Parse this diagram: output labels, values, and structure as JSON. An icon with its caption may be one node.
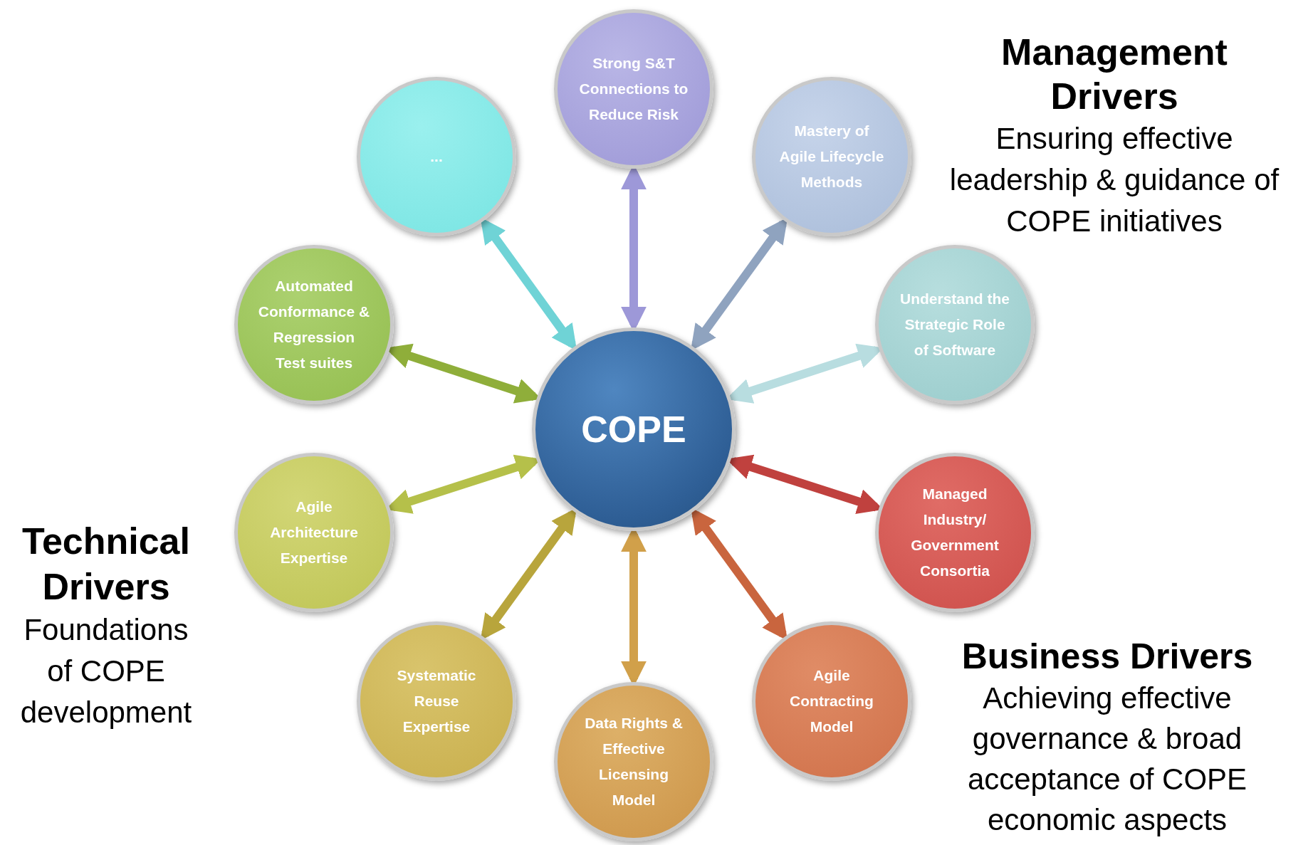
{
  "diagram": {
    "nodes": [
      {
        "text": [
          "COPE"
        ]
      },
      {
        "text": [
          "Strong S&T Connections to Reduce Risk"
        ]
      },
      {
        "text": [
          "Mastery of Agile Lifecycle Methods"
        ]
      },
      {
        "text": [
          "Understand the Strategic Role of Software"
        ]
      },
      {
        "text": [
          "Managed Industry/ Government Consortia"
        ]
      },
      {
        "text": [
          "Agile Contracting Model"
        ]
      },
      {
        "text": [
          "Data Rights & Effective Licensing Model"
        ]
      },
      {
        "text": [
          "Systematic Reuse Expertise"
        ]
      },
      {
        "text": [
          "Agile Architecture Expertise"
        ]
      },
      {
        "text": [
          "Automated Conformance & Regression Test suites"
        ]
      },
      {
        "text": [
          "..."
        ]
      }
    ],
    "edges": [
      {
        "from": 0,
        "to": 1,
        "arrow": "both",
        "color": "#9d98d8"
      },
      {
        "from": 0,
        "to": 2,
        "arrow": "both",
        "color": "#8fa3bf"
      },
      {
        "from": 0,
        "to": 3,
        "arrow": "both",
        "color": "#b8dde0"
      },
      {
        "from": 0,
        "to": 4,
        "arrow": "both",
        "color": "#c0413e"
      },
      {
        "from": 0,
        "to": 5,
        "arrow": "both",
        "color": "#c9653e"
      },
      {
        "from": 0,
        "to": 6,
        "arrow": "both",
        "color": "#d1a04a"
      },
      {
        "from": 0,
        "to": 7,
        "arrow": "both",
        "color": "#b8a53c"
      },
      {
        "from": 0,
        "to": 8,
        "arrow": "both",
        "color": "#b5c04a"
      },
      {
        "from": 0,
        "to": 9,
        "arrow": "both",
        "color": "#8fae3a"
      },
      {
        "from": 0,
        "to": 10,
        "arrow": "both",
        "color": "#6fd3d6"
      }
    ],
    "labels": [
      "Management Drivers",
      "Ensuring effective leadership & guidance of COPE initiatives",
      "Technical Drivers",
      "Foundations of COPE development",
      "Business Drivers",
      "Achieving effective governance & broad acceptance of COPE economic aspects"
    ]
  }
}
